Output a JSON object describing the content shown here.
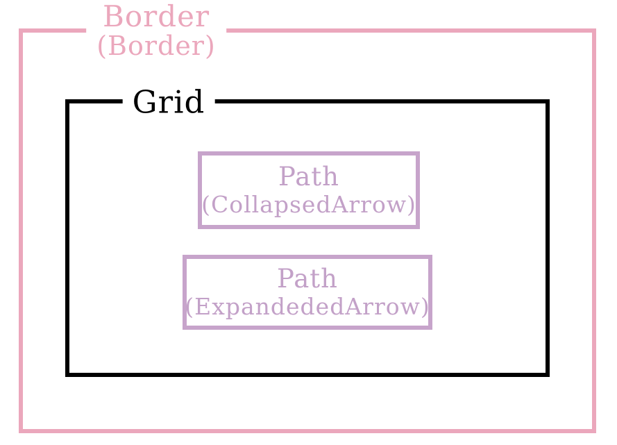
{
  "diagram": {
    "kind": "visual-tree",
    "background": "#FFFFFF"
  },
  "colors": {
    "border_node": "#EBA7BC",
    "grid_node": "#000000",
    "path_node": "#C7A4CB"
  },
  "tree": {
    "root": {
      "name": "Border",
      "type_label": "(Border)"
    },
    "grid": {
      "name": "Grid"
    },
    "children": [
      {
        "name": "Path",
        "type_label": "(CollapsedArrow)"
      },
      {
        "name": "Path",
        "type_label": "(ExpandededArrow)"
      }
    ]
  }
}
